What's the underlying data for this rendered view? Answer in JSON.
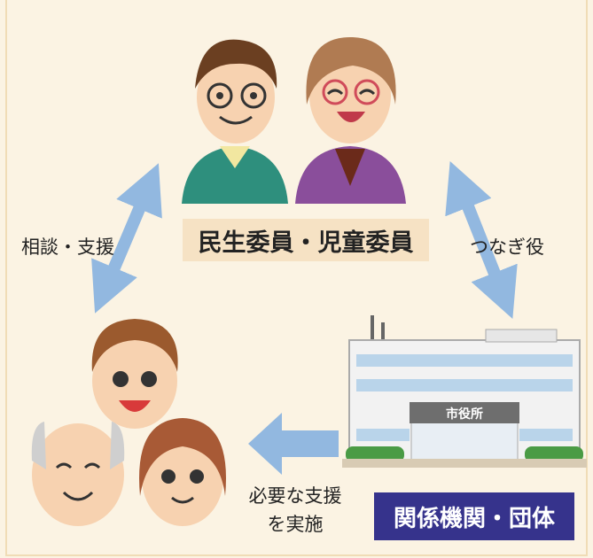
{
  "center": {
    "title": "民生委員・児童委員"
  },
  "arrows": {
    "left_label": "相談・支援",
    "right_label": "つなぎ役",
    "bottom_label_line1": "必要な支援",
    "bottom_label_line2": "を実施"
  },
  "building": {
    "sign": "市役所"
  },
  "org": {
    "label": "関係機関・団体"
  },
  "colors": {
    "background": "#fbf3e3",
    "arrow": "#92b8e0",
    "org_box": "#36338c",
    "title_box": "#f6e2c4"
  }
}
